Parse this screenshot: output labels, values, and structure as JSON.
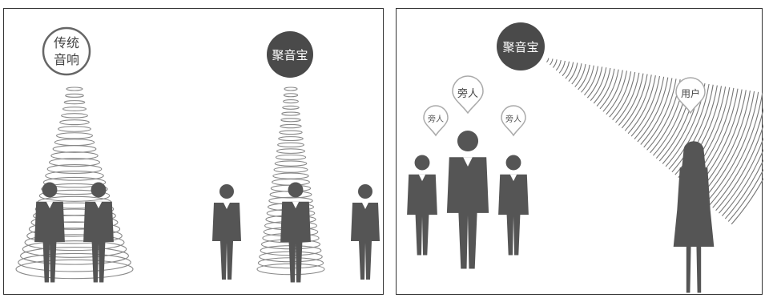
{
  "left_panel": {
    "traditional_label_line1": "传统",
    "traditional_label_line2": "音响",
    "product_label": "聚音宝"
  },
  "right_panel": {
    "product_label": "聚音宝",
    "bystander_label": "旁人",
    "user_label": "用户"
  },
  "colors": {
    "figure": "#555555",
    "ring": "#888888",
    "product_circle": "#4a4a4a",
    "border": "#333333"
  }
}
